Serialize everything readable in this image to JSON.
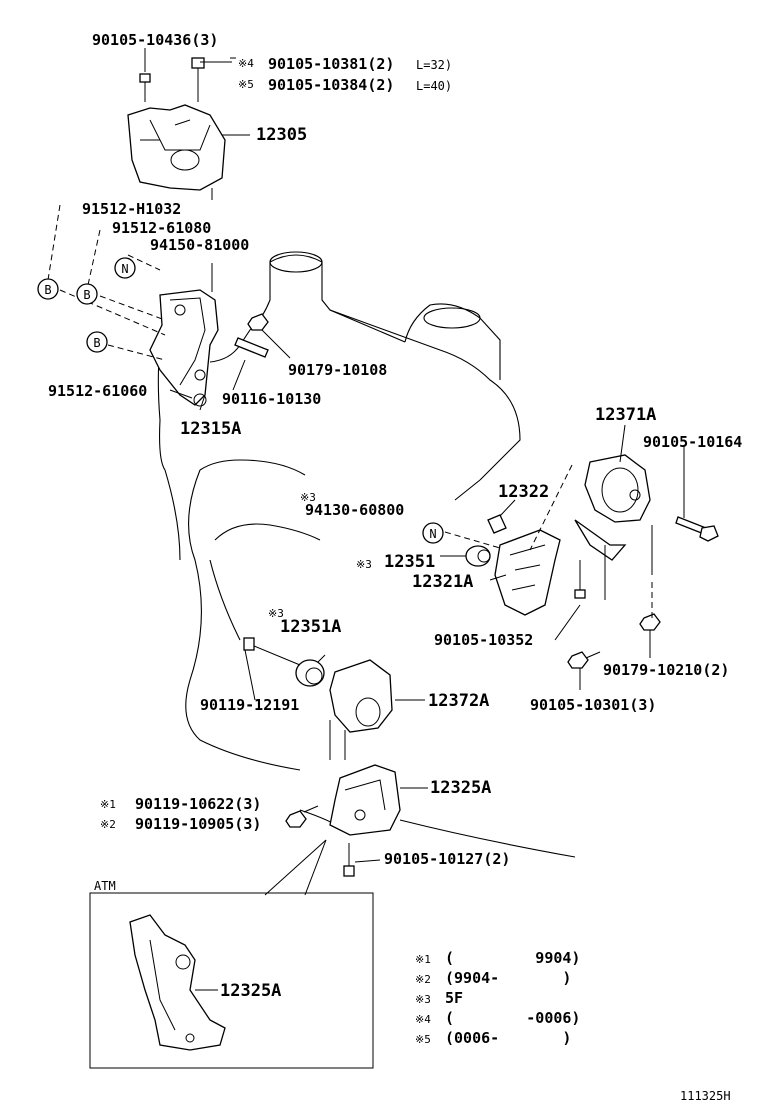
{
  "labels": {
    "p_90105_10436": "90105-10436(3)",
    "p_90105_10381": "90105-10381(2)",
    "p_90105_10384": "90105-10384(2)",
    "note_l32": "L=32)",
    "note_l40": "L=40)",
    "mark4": "※4",
    "mark5": "※5",
    "p_12305": "12305",
    "p_91512_h1032": "91512-H1032",
    "p_91512_61080": "91512-61080",
    "p_94150_81000": "94150-81000",
    "p_90179_10108": "90179-10108",
    "p_91512_61060": "91512-61060",
    "p_90116_10130": "90116-10130",
    "p_12315a": "12315A",
    "p_12371a": "12371A",
    "p_90105_10164": "90105-10164",
    "p_12322": "12322",
    "mark3a": "※3",
    "p_94130_60800": "94130-60800",
    "mark3b": "※3",
    "p_12351": "12351",
    "p_12321a": "12321A",
    "mark3c": "※3",
    "p_12351a": "12351A",
    "p_90105_10352": "90105-10352",
    "p_90119_12191": "90119-12191",
    "p_12372a": "12372A",
    "p_90179_10210": "90179-10210(2)",
    "p_90105_10301": "90105-10301(3)",
    "p_12325a": "12325A",
    "mark1": "※1",
    "p_90119_10622": "90119-10622(3)",
    "mark2": "※2",
    "p_90119_10905": "90119-10905(3)",
    "p_90105_10127": "90105-10127(2)",
    "atm": "ATM",
    "p_12325a_atm": "12325A",
    "diagram_id": "111325H"
  },
  "markers": {
    "b1": "B",
    "b2": "B",
    "b3": "B",
    "n1": "N",
    "n2": "N"
  },
  "legend": [
    {
      "mark": "※1",
      "text": "(         9904)"
    },
    {
      "mark": "※2",
      "text": "(9904-       )"
    },
    {
      "mark": "※3",
      "text": "5F"
    },
    {
      "mark": "※4",
      "text": "(        -0006)"
    },
    {
      "mark": "※5",
      "text": "(0006-       )"
    }
  ]
}
